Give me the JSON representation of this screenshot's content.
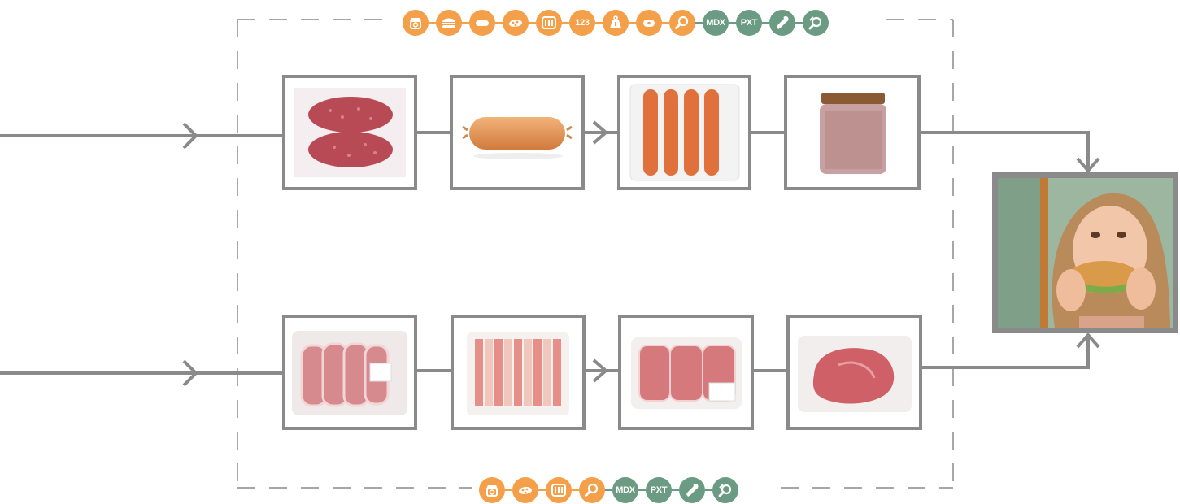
{
  "diagram": {
    "top_icons": [
      {
        "name": "scale-icon",
        "color": "orange",
        "text": ""
      },
      {
        "name": "burger-icon",
        "color": "orange",
        "text": ""
      },
      {
        "name": "sausage-icon",
        "color": "orange",
        "text": ""
      },
      {
        "name": "meat-slice-icon",
        "color": "orange",
        "text": ""
      },
      {
        "name": "tray-icon",
        "color": "orange",
        "text": ""
      },
      {
        "name": "numbers-icon",
        "color": "orange",
        "text": "123"
      },
      {
        "name": "weight-icon",
        "color": "orange",
        "text": ""
      },
      {
        "name": "ham-icon",
        "color": "orange",
        "text": ""
      },
      {
        "name": "magnifier-icon",
        "color": "orange",
        "text": ""
      },
      {
        "name": "mdx-icon",
        "color": "green",
        "text": "MDX"
      },
      {
        "name": "pxt-icon",
        "color": "green",
        "text": "PXT"
      },
      {
        "name": "leg-icon",
        "color": "green",
        "text": ""
      },
      {
        "name": "inspect-icon",
        "color": "green",
        "text": ""
      }
    ],
    "bottom_icons": [
      {
        "name": "scale-icon",
        "color": "orange",
        "text": ""
      },
      {
        "name": "meat-slice-icon",
        "color": "orange",
        "text": ""
      },
      {
        "name": "tray-icon",
        "color": "orange",
        "text": ""
      },
      {
        "name": "magnifier-icon",
        "color": "orange",
        "text": ""
      },
      {
        "name": "mdx-icon",
        "color": "green",
        "text": "MDX"
      },
      {
        "name": "pxt-icon",
        "color": "green",
        "text": "PXT"
      },
      {
        "name": "leg-icon",
        "color": "green",
        "text": ""
      },
      {
        "name": "inspect-icon",
        "color": "green",
        "text": ""
      }
    ],
    "top_row_products": [
      "salami-slices",
      "sausage-roll",
      "frankfurters",
      "meat-jar"
    ],
    "bottom_row_products": [
      "pork-chops",
      "bacon-strips",
      "pork-cutlets",
      "raw-ham"
    ],
    "output": "child-eating-sandwich",
    "colors": {
      "line": "#8a8a8a",
      "orange": "#f4a04a",
      "green": "#6b9b82",
      "frame": "#8a8a8a"
    }
  }
}
